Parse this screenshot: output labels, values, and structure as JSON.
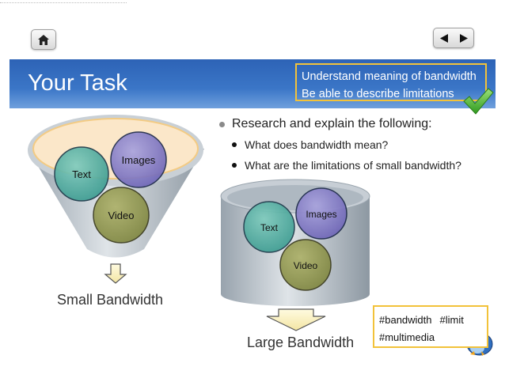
{
  "header": {
    "title": "Your Task"
  },
  "objectives": [
    "Understand meaning of bandwidth",
    "Be able to describe limitations"
  ],
  "nav": {
    "home_icon": "home-icon",
    "prev_icon": "left-arrow-icon",
    "next_icon": "right-arrow-icon"
  },
  "task": {
    "main": "Research and explain the following:",
    "subs": [
      "What does bandwidth mean?",
      "What are the limitations of small bandwidth?"
    ]
  },
  "small_diagram": {
    "circles": [
      "Text",
      "Images",
      "Video"
    ],
    "caption": "Small Bandwidth"
  },
  "large_diagram": {
    "circles": [
      "Text",
      "Images",
      "Video"
    ],
    "caption": "Large Bandwidth"
  },
  "hashtags": [
    "#bandwidth",
    "#limit",
    "#multimedia"
  ],
  "colors": {
    "banner": "#3b76c7",
    "accent_border": "#f2c23a",
    "check": "#4fb82a"
  }
}
